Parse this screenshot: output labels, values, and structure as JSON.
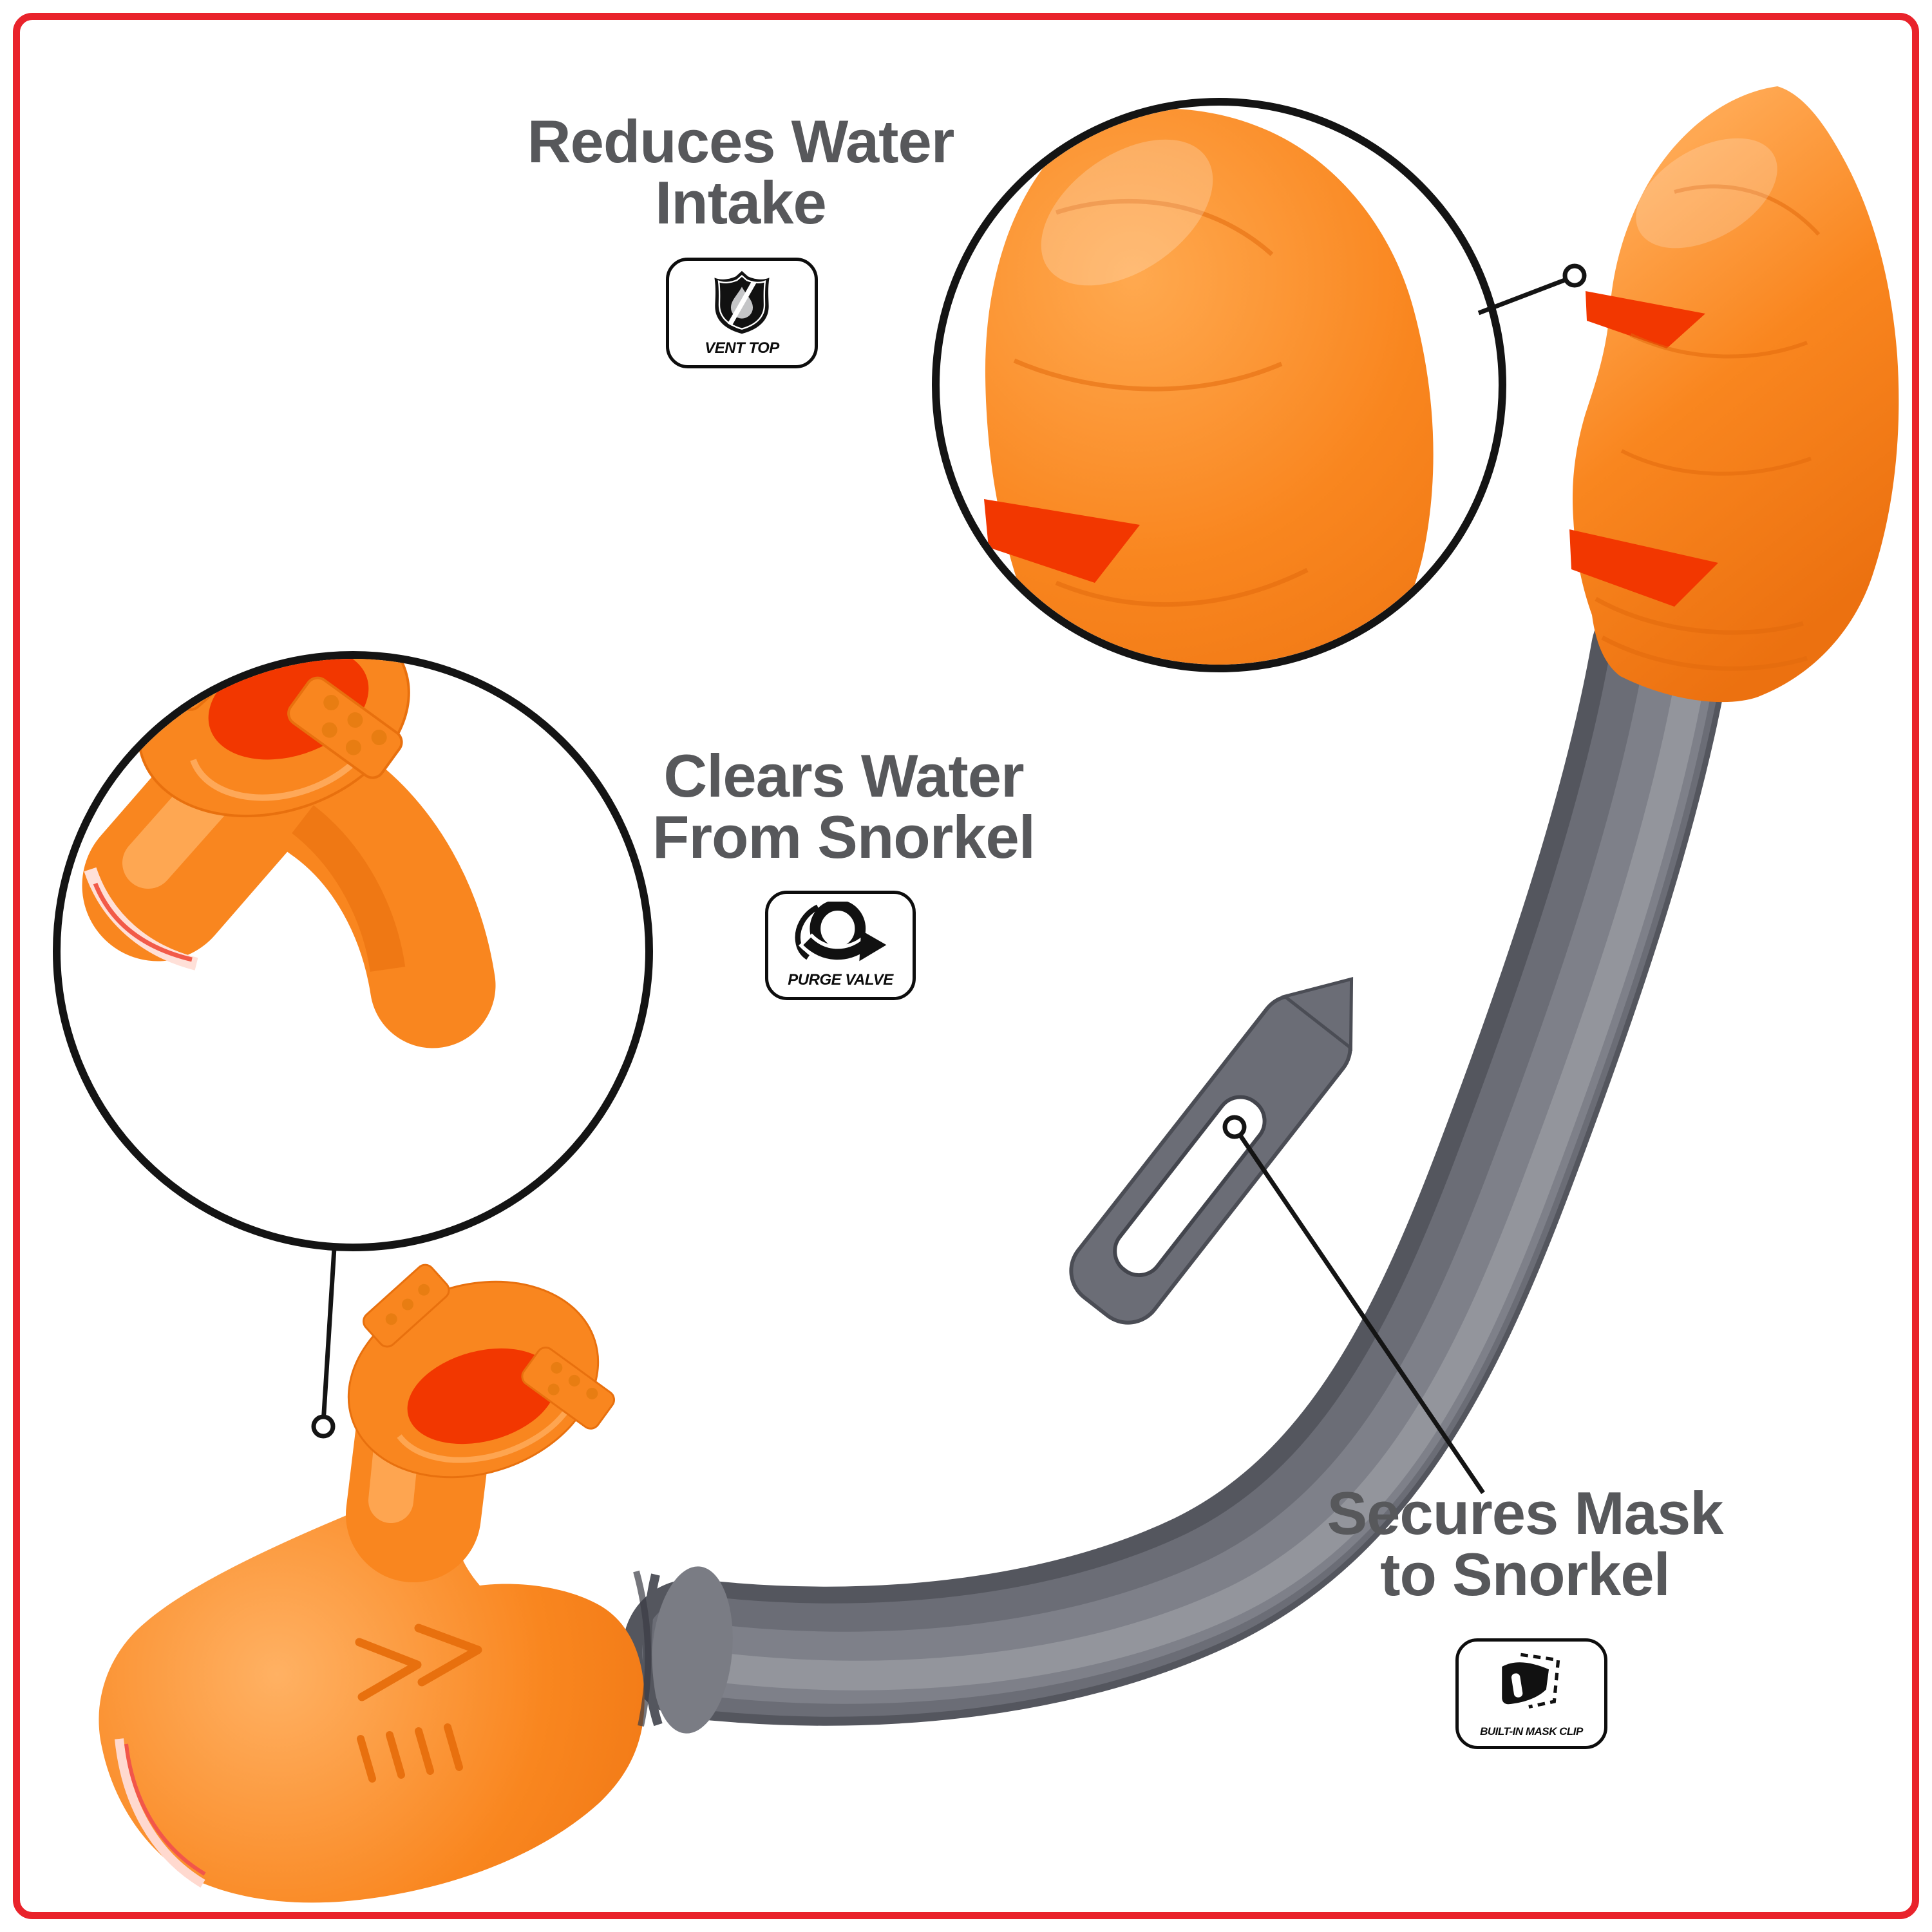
{
  "canvas": {
    "background": "#FFFFFF",
    "frame_color": "#E9232B"
  },
  "product": {
    "description": "Orange and gray dry-top snorkel with two circular zoom callouts",
    "colors": {
      "orange": "#F9861F",
      "orange_shadow": "#E8700E",
      "orange_highlight": "#FFAD5C",
      "vent_red": "#F23700",
      "tube_gray": "#6B6D76",
      "tube_gray_dark": "#54565E",
      "tube_gray_light": "#93959C",
      "callout_line_black": "#141414",
      "text_gray": "#57585B"
    }
  },
  "features": [
    {
      "id": "vent-top",
      "title_line1": "Reduces Water",
      "title_line2": "Intake",
      "badge_label": "VENT TOP",
      "icon": "shield-no-water-icon"
    },
    {
      "id": "purge-valve",
      "title_line1": "Clears Water",
      "title_line2": "From Snorkel",
      "badge_label": "PURGE VALVE",
      "icon": "circular-arrow-icon"
    },
    {
      "id": "mask-clip",
      "title_line1": "Secures Mask",
      "title_line2": "to Snorkel",
      "badge_label": "BUILT-IN MASK CLIP",
      "icon": "mask-clip-icon"
    }
  ]
}
